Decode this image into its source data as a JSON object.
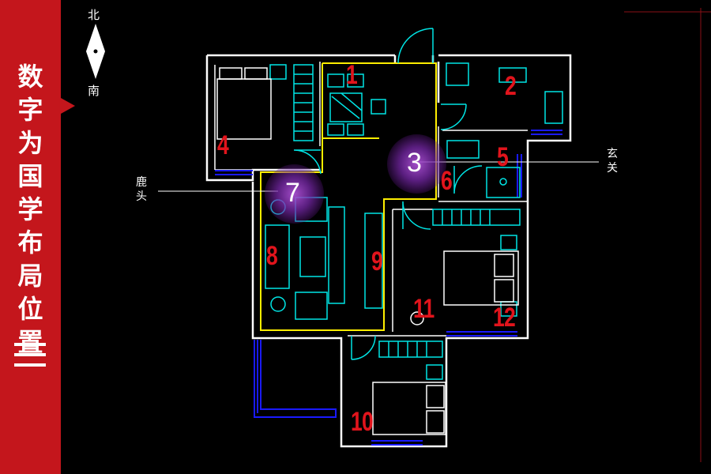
{
  "sidebar": {
    "title_chars": [
      "数",
      "字",
      "为",
      "国",
      "学",
      "布",
      "局",
      "位",
      "置"
    ],
    "bg_color": "#c4161c"
  },
  "compass": {
    "north": "北",
    "south": "南"
  },
  "room_numbers": {
    "r1": "1",
    "r2": "2",
    "r3": "3",
    "r4": "4",
    "r5": "5",
    "r6": "6",
    "r7": "7",
    "r8": "8",
    "r9": "9",
    "r10": "10",
    "r11": "11",
    "r12": "12"
  },
  "labels": {
    "lutou_1": "鹿",
    "lutou_2": "头",
    "xuanguan_1": "玄",
    "xuanguan_2": "关"
  },
  "colors": {
    "wall": "#ffffff",
    "furniture": "#00e5e5",
    "zone": "#ffee00",
    "window": "#1a1aff",
    "number": "#e1141c",
    "glow": "#9b3fcf"
  }
}
